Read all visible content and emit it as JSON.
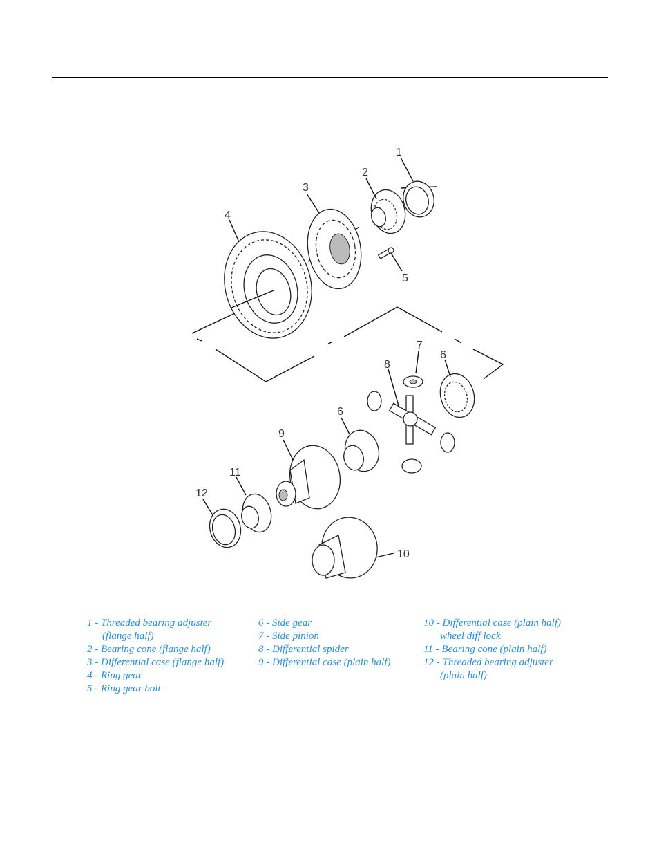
{
  "figure": {
    "callouts": [
      "1",
      "2",
      "3",
      "4",
      "5",
      "6",
      "7",
      "8",
      "6",
      "9",
      "11",
      "12",
      "10"
    ]
  },
  "legend": {
    "col1": [
      {
        "line1": "1 - Threaded bearing adjuster",
        "line2": "(flange half)"
      },
      {
        "line1": "2 - Bearing cone (flange half)",
        "line2": ""
      },
      {
        "line1": "3 - Differential case (flange half)",
        "line2": ""
      },
      {
        "line1": "4 - Ring gear",
        "line2": ""
      },
      {
        "line1": "5 - Ring gear bolt",
        "line2": ""
      }
    ],
    "col2": [
      {
        "line1": "6 - Side gear",
        "line2": ""
      },
      {
        "line1": "7 - Side pinion",
        "line2": ""
      },
      {
        "line1": "8 - Differential spider",
        "line2": ""
      },
      {
        "line1": "9 - Differential case (plain half)",
        "line2": ""
      }
    ],
    "col3": [
      {
        "line1": "10 - Differential case (plain half)",
        "line2": "wheel diff lock"
      },
      {
        "line1": "11 - Bearing cone (plain half)",
        "line2": ""
      },
      {
        "line1": "12 - Threaded bearing adjuster",
        "line2": "(plain half)"
      }
    ]
  }
}
